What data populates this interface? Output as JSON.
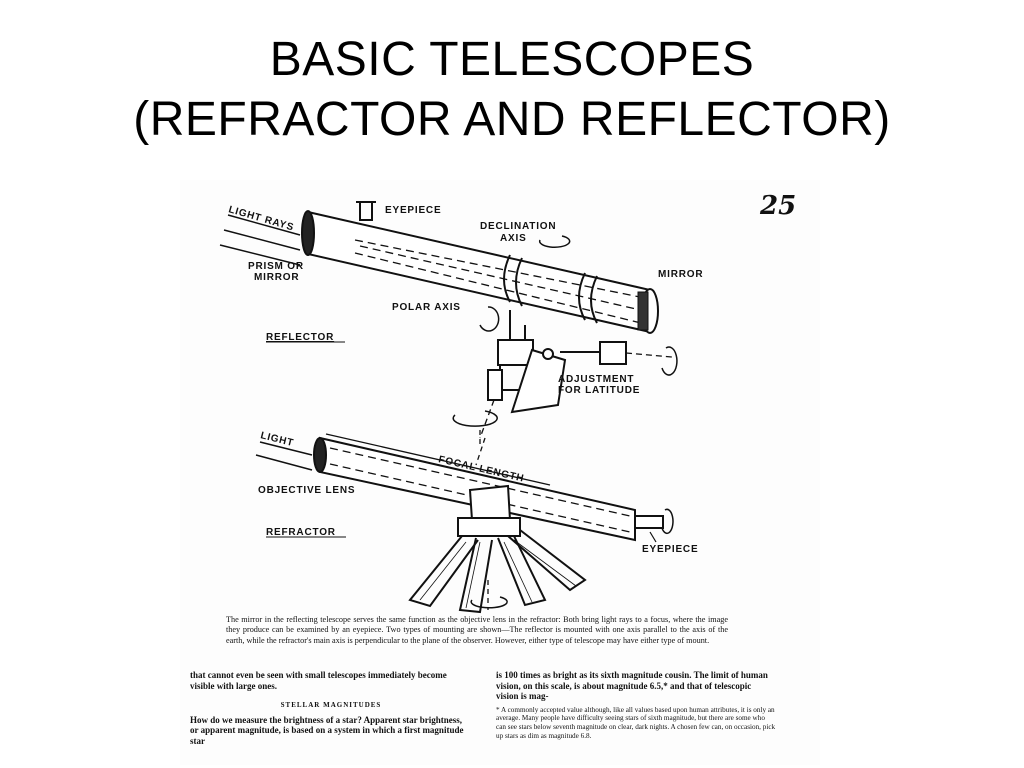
{
  "title": {
    "line1": "BASIC TELESCOPES",
    "line2": "(REFRACTOR AND REFLECTOR)"
  },
  "page_number": "25",
  "labels": {
    "light_rays": "LIGHT RAYS",
    "eyepiece_top": "EYEPIECE",
    "declination_axis_1": "DECLINATION",
    "declination_axis_2": "AXIS",
    "prism_1": "PRISM OR",
    "prism_2": "MIRROR",
    "mirror": "MIRROR",
    "polar_axis": "POLAR AXIS",
    "reflector": "REFLECTOR",
    "adjustment_1": "ADJUSTMENT",
    "adjustment_2": "FOR LATITUDE",
    "light": "LIGHT",
    "focal_length": "FOCAL LENGTH",
    "objective_lens": "OBJECTIVE LENS",
    "refractor": "REFRACTOR",
    "eyepiece_bottom": "EYEPIECE"
  },
  "caption": "The mirror in the reflecting telescope serves the same function as the objective lens in the refractor: Both bring light rays to a focus, where the image they produce can be examined by an eyepiece. Two types of mounting are shown—The reflector is mounted with one axis parallel to the axis of the earth, while the refractor's main axis is perpendicular to the plane of the observer. However, either type of telescope may have either type of mount.",
  "left_column": {
    "text1": "that cannot even be seen with small telescopes immediately become visible with large ones.",
    "subhead": "STELLAR MAGNITUDES",
    "text2": "How do we measure the brightness of a star? Apparent star brightness, or apparent magnitude, is based on a system in which a first magnitude star"
  },
  "right_column": {
    "text1": "is 100 times as bright as its sixth magnitude cousin. The limit of human vision, on this scale, is about magnitude 6.5,* and that of telescopic vision is mag-",
    "footnote": "* A commonly accepted value although, like all values based upon human attributes, it is only an average. Many people have difficulty seeing stars of sixth magnitude, but there are some who can see stars below seventh magnitude on clear, dark nights. A chosen few can, on occasion, pick up stars as dim as magnitude 6.8."
  }
}
